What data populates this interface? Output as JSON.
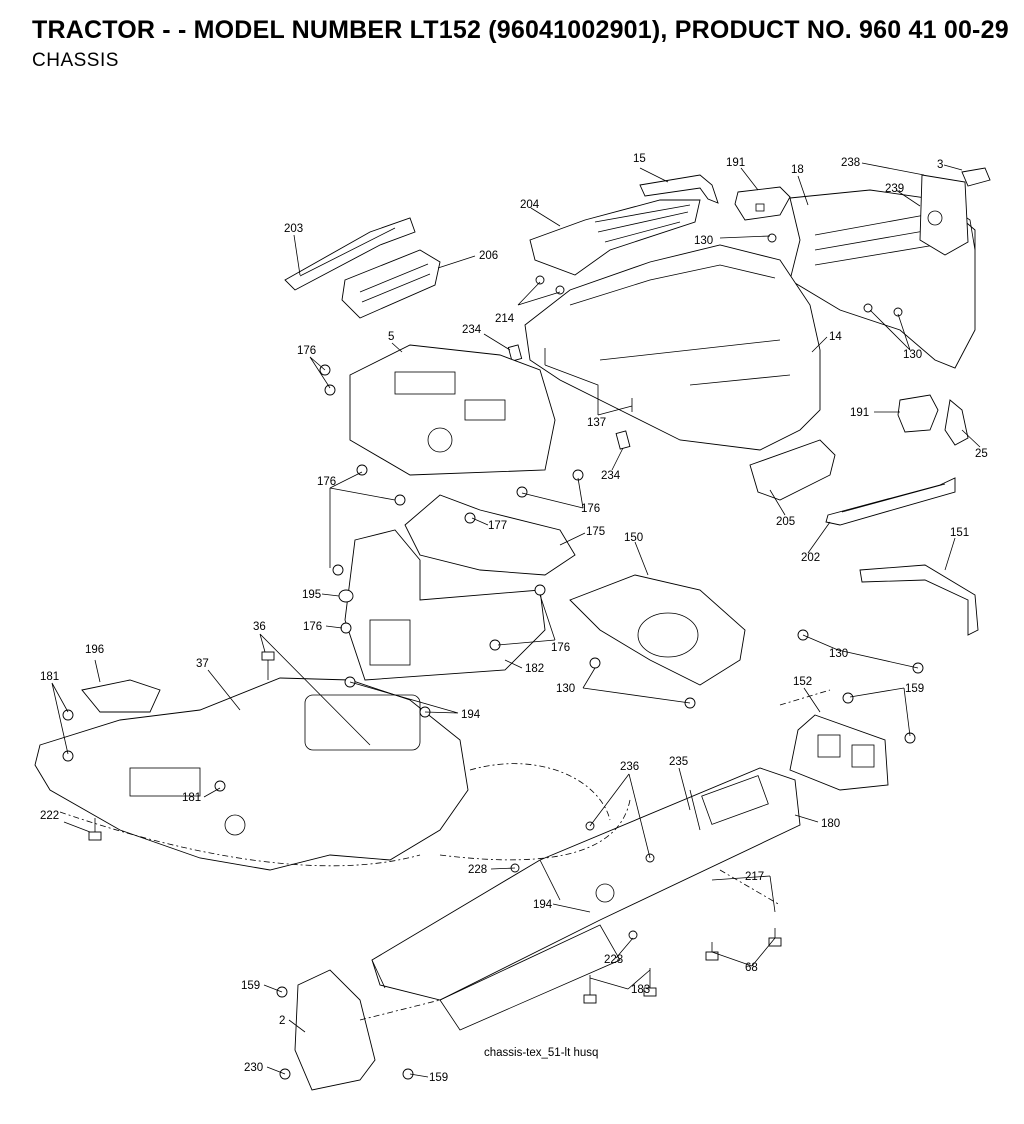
{
  "header": {
    "title": "TRACTOR - - MODEL NUMBER LT152 (96041002901), PRODUCT NO. 960 41 00-29",
    "subtitle": "CHASSIS"
  },
  "caption": "chassis-tex_51-lt husq",
  "callouts": {
    "c15": "15",
    "c191a": "191",
    "c18": "18",
    "c238": "238",
    "c3": "3",
    "c239": "239",
    "c204": "204",
    "c130a": "130",
    "c203": "203",
    "c206": "206",
    "c214": "214",
    "c234a": "234",
    "c5": "5",
    "c14": "14",
    "c130b": "130",
    "c176a": "176",
    "c137": "137",
    "c191b": "191",
    "c25": "25",
    "c234b": "234",
    "c176b": "176",
    "c176c": "176",
    "c177": "177",
    "c175": "175",
    "c205": "205",
    "c150": "150",
    "c202": "202",
    "c151": "151",
    "c195": "195",
    "c176d": "176",
    "c176e": "176",
    "c36": "36",
    "c182": "182",
    "c130c": "130",
    "c130d": "130",
    "c196": "196",
    "c37": "37",
    "c181a": "181",
    "c194a": "194",
    "c152": "152",
    "c159a": "159",
    "c236": "236",
    "c235": "235",
    "c181b": "181",
    "c222": "222",
    "c180": "180",
    "c228a": "228",
    "c217": "217",
    "c194b": "194",
    "c228b": "228",
    "c68": "68",
    "c183": "183",
    "c159b": "159",
    "c2": "2",
    "c230": "230",
    "c159c": "159"
  }
}
